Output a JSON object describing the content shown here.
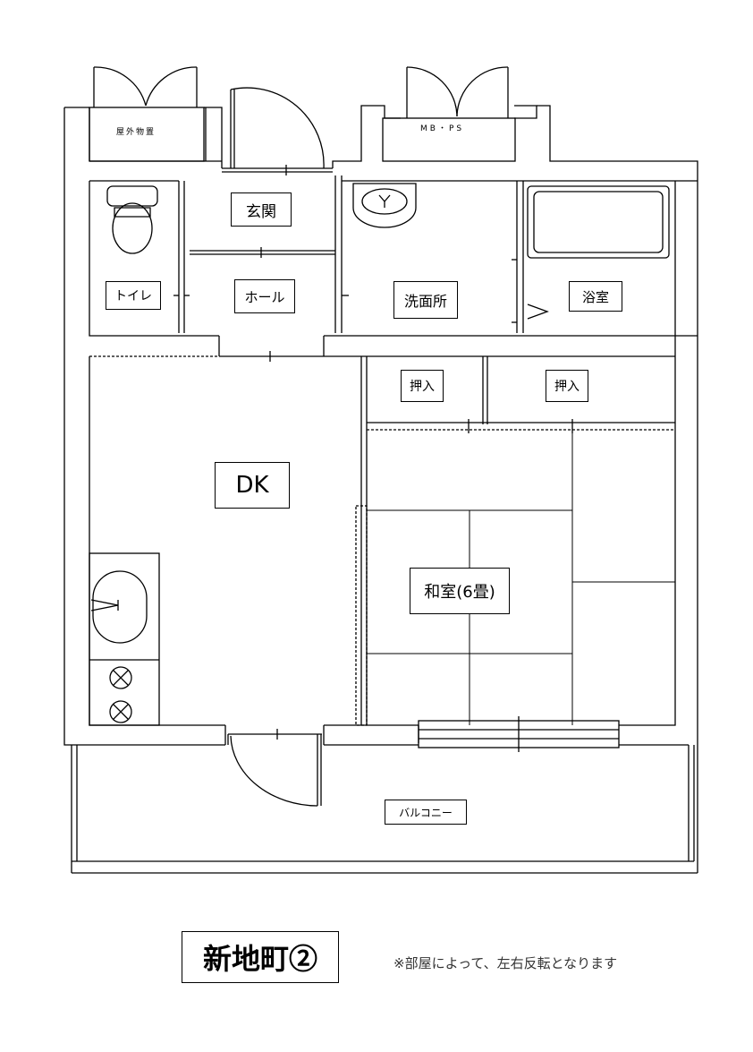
{
  "rooms": {
    "outdoor_storage": "屋外物置",
    "mbps": "MB・PS",
    "entrance": "玄関",
    "toilet": "トイレ",
    "hall": "ホール",
    "washroom": "洗面所",
    "bath": "浴室",
    "closet_1": "押入",
    "closet_2": "押入",
    "dk": "DK",
    "japanese_room": "和室(6畳)",
    "balcony": "バルコニー"
  },
  "title": "新地町②",
  "note": "※部屋によって、左右反転となります"
}
